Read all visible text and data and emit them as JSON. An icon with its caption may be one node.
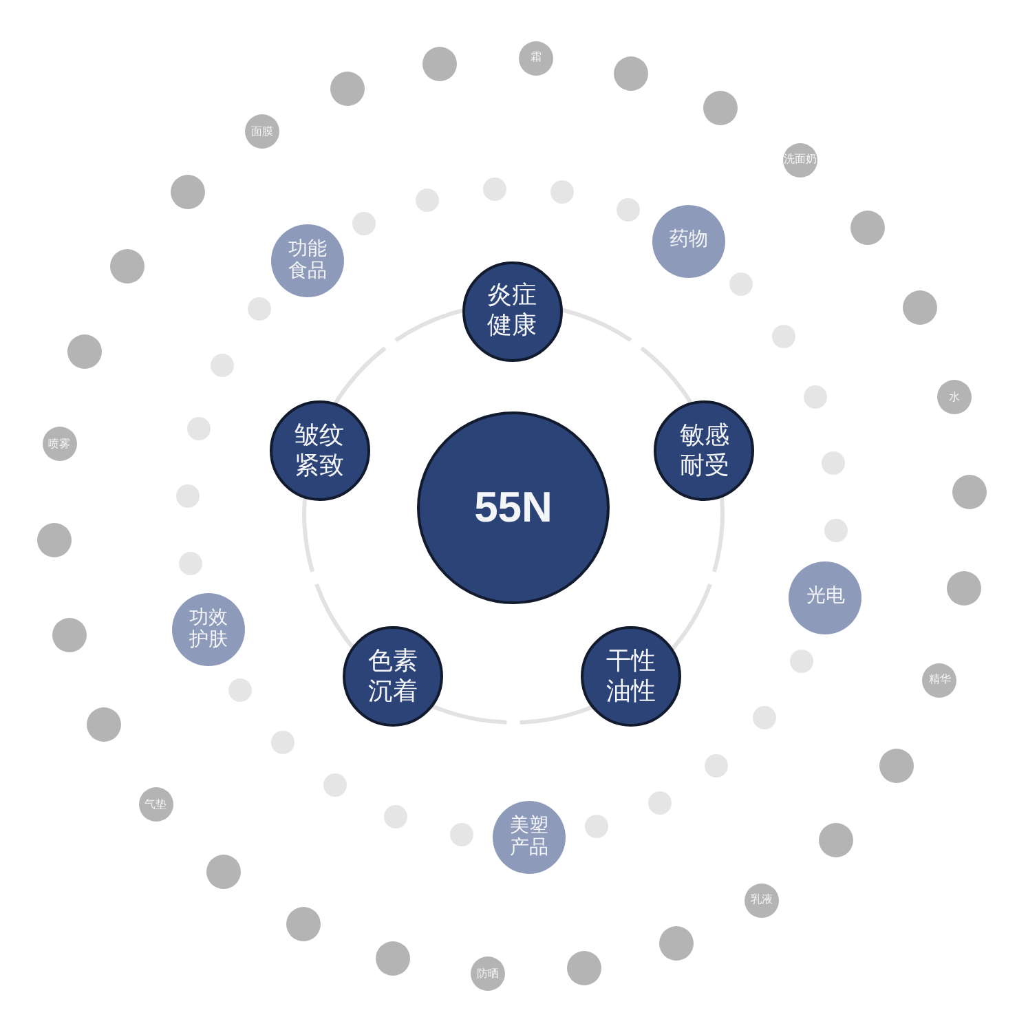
{
  "diagram": {
    "nodes": [
      {
        "text": [
          "55N"
        ]
      },
      {
        "text": [
          "炎症健康"
        ]
      },
      {
        "text": [
          "敏感耐受"
        ]
      },
      {
        "text": [
          "干性油性"
        ]
      },
      {
        "text": [
          "色素沉着"
        ]
      },
      {
        "text": [
          "皱纹紧致"
        ]
      },
      {
        "text": [
          "功能食品"
        ]
      },
      {
        "text": [
          "药物"
        ]
      },
      {
        "text": [
          "光电"
        ]
      },
      {
        "text": [
          "美塑产品"
        ]
      },
      {
        "text": [
          "功效护肤"
        ]
      },
      {
        "text": [
          "霜"
        ]
      },
      {
        "text": [
          "洗面奶"
        ]
      },
      {
        "text": [
          "水"
        ]
      },
      {
        "text": [
          "精华"
        ]
      },
      {
        "text": [
          "乳液"
        ]
      },
      {
        "text": [
          "防晒"
        ]
      },
      {
        "text": [
          "气垫"
        ]
      },
      {
        "text": [
          "喷雾"
        ]
      },
      {
        "text": [
          "面膜"
        ]
      },
      {
        "text": [],
        "shape": "circle"
      },
      {
        "text": [],
        "shape": "circle"
      },
      {
        "text": [],
        "shape": "circle"
      },
      {
        "text": [],
        "shape": "circle"
      },
      {
        "text": [],
        "shape": "circle"
      },
      {
        "text": [],
        "shape": "circle"
      },
      {
        "text": [],
        "shape": "circle"
      },
      {
        "text": [],
        "shape": "circle"
      },
      {
        "text": [],
        "shape": "circle"
      },
      {
        "text": [],
        "shape": "circle"
      },
      {
        "text": [],
        "shape": "circle"
      },
      {
        "text": [],
        "shape": "circle"
      },
      {
        "text": [],
        "shape": "circle"
      },
      {
        "text": [],
        "shape": "circle"
      },
      {
        "text": [],
        "shape": "circle"
      },
      {
        "text": [],
        "shape": "circle"
      },
      {
        "text": [],
        "shape": "circle"
      },
      {
        "text": [],
        "shape": "circle"
      },
      {
        "text": [],
        "shape": "circle"
      },
      {
        "text": [],
        "shape": "circle"
      },
      {
        "text": [],
        "shape": "circle"
      },
      {
        "text": [],
        "shape": "circle"
      },
      {
        "text": [],
        "shape": "circle"
      },
      {
        "text": [],
        "shape": "circle"
      },
      {
        "text": [],
        "shape": "circle"
      },
      {
        "text": [],
        "shape": "circle"
      },
      {
        "text": [],
        "shape": "circle"
      },
      {
        "text": [],
        "shape": "circle"
      },
      {
        "text": [],
        "shape": "circle"
      },
      {
        "text": [],
        "shape": "circle"
      },
      {
        "text": [],
        "shape": "circle"
      },
      {
        "text": [],
        "shape": "circle"
      },
      {
        "text": [],
        "shape": "circle"
      },
      {
        "text": [],
        "shape": "circle"
      },
      {
        "text": [],
        "shape": "circle"
      },
      {
        "text": [],
        "shape": "circle"
      },
      {
        "text": [],
        "shape": "circle"
      },
      {
        "text": [],
        "shape": "circle"
      },
      {
        "text": [],
        "shape": "circle"
      },
      {
        "text": [],
        "shape": "circle"
      },
      {
        "text": [],
        "shape": "circle"
      },
      {
        "text": [],
        "shape": "circle"
      },
      {
        "text": [],
        "shape": "circle"
      },
      {
        "text": [],
        "shape": "circle"
      },
      {
        "text": [],
        "shape": "circle"
      },
      {
        "text": [],
        "shape": "circle"
      }
    ]
  }
}
